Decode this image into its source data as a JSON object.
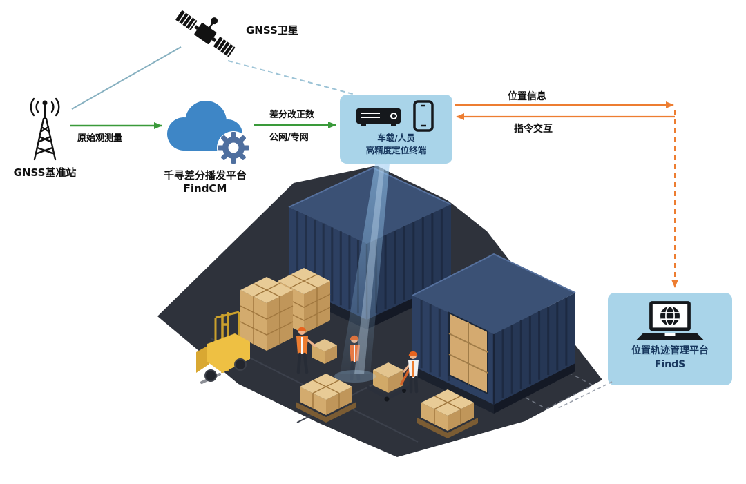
{
  "diagram": {
    "satellite": {
      "label": "GNSS卫星"
    },
    "base_station": {
      "label": "GNSS基准站"
    },
    "cloud_platform": {
      "name": "千寻差分播发平台",
      "product": "FindCM"
    },
    "terminal": {
      "line1": "车载/人员",
      "line2": "高精度定位终端"
    },
    "management_platform": {
      "name": "位置轨迹管理平台",
      "product": "FindS"
    },
    "links": {
      "raw_observation": "原始观测量",
      "correction_data": "差分改正数",
      "network": "公网/专网",
      "position_info": "位置信息",
      "command_interaction": "指令交互"
    },
    "icons": {
      "satellite": "gnss-satellite-icon",
      "base_station": "radio-tower-icon",
      "cloud": "cloud-gear-icon",
      "terminal_receiver": "vehicle-receiver-icon",
      "terminal_phone": "smartphone-icon",
      "management": "laptop-globe-icon"
    },
    "colors": {
      "green_arrow": "#3a9a3a",
      "orange_arrow": "#ed7d31",
      "panel_blue": "#a9d4e9",
      "panel_text": "#17375e",
      "cloud_blue": "#3e86c6",
      "satellite_link": "#86b0c0",
      "satellite_dashed_link": "#9cc3d6",
      "floor_dark": "#2e323b",
      "container_navy": "#2d4062",
      "box_tan": "#d3ab6e",
      "forklift_yellow": "#eec043"
    }
  }
}
